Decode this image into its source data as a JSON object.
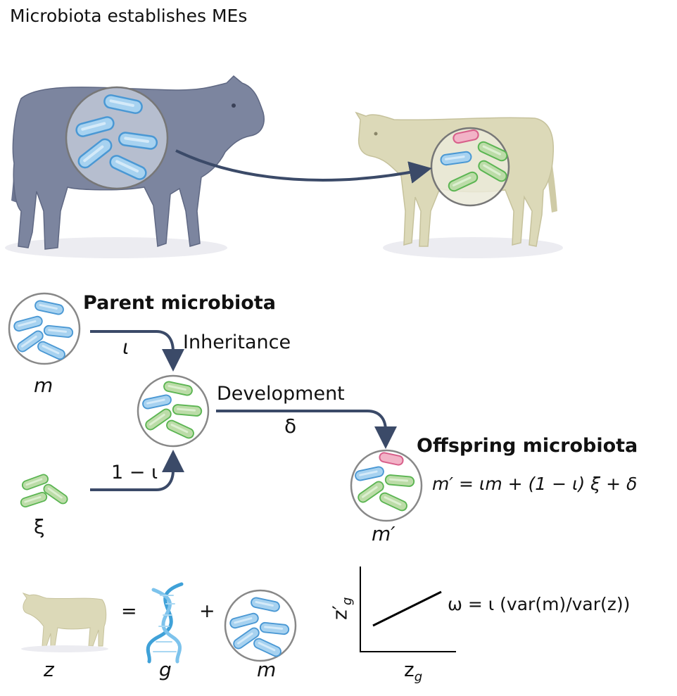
{
  "title": "Microbiota establishes MEs",
  "parent_label": "Parent microbiota",
  "offspring_label": "Offspring microbiota",
  "inheritance_label": "Inheritance",
  "development_label": "Development",
  "symbols": {
    "m": "m",
    "iota": "ι",
    "one_minus_iota": "1 − ι",
    "delta": "δ",
    "xi": "ξ",
    "m_prime": "m′",
    "z": "z",
    "g": "g",
    "m_bottom": "m",
    "equals": "=",
    "plus": "+",
    "z_prime_g": "z′",
    "z_g": "z",
    "sub_g": "g"
  },
  "offspring_formula": "m′ = ιm + (1 − ι) ξ + δ",
  "omega_formula": "ω = ι (var(m)/var(z))",
  "colors": {
    "arrow": "#3b4a68",
    "parent_cow": "#7c859f",
    "offspring_cow": "#dcd9b8",
    "blue_fill": "#a7d2f0",
    "blue_stroke": "#4a98d4",
    "green_fill": "#bcdca8",
    "green_stroke": "#5bb552",
    "pink_fill": "#f2b3c7",
    "pink_stroke": "#d8608b"
  }
}
